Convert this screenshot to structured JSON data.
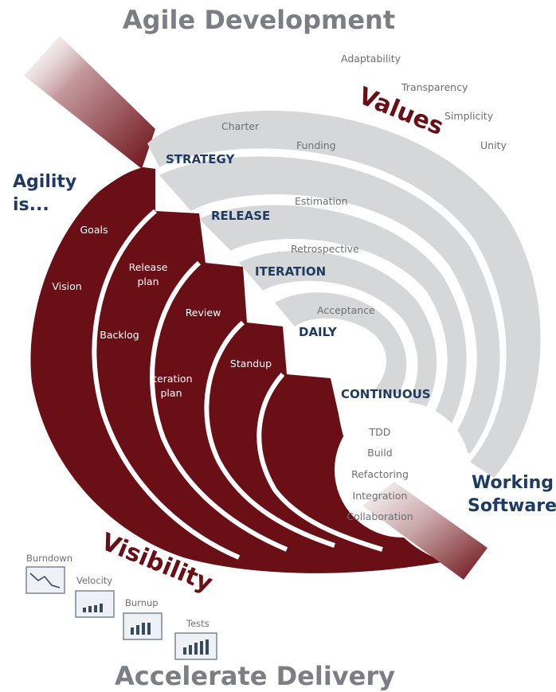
{
  "title": "Agile Development",
  "footer": "Accelerate Delivery",
  "agility": {
    "line1": "Agility",
    "line2": "is..."
  },
  "working": {
    "line1": "Working",
    "line2": "Software"
  },
  "values": {
    "heading": "Values",
    "items": [
      "Adaptability",
      "Transparency",
      "Simplicity",
      "Unity"
    ]
  },
  "visibility": {
    "heading": "Visibility",
    "charts": [
      "Burndown",
      "Velocity",
      "Burnup",
      "Tests"
    ]
  },
  "levels": [
    {
      "name": "STRATEGY",
      "grey": [
        "Charter",
        "Funding"
      ],
      "red": [
        "Goals",
        "Vision"
      ]
    },
    {
      "name": "RELEASE",
      "grey": [
        "Estimation"
      ],
      "red": [
        "Release",
        "plan",
        "Backlog"
      ]
    },
    {
      "name": "ITERATION",
      "grey": [
        "Retrospective"
      ],
      "red": [
        "Review",
        "Iteration",
        "plan"
      ]
    },
    {
      "name": "DAILY",
      "grey": [
        "Acceptance"
      ],
      "red": [
        "Standup"
      ]
    },
    {
      "name": "CONTINUOUS",
      "grey": [],
      "red": []
    }
  ],
  "continuous_items": [
    "TDD",
    "Build",
    "Refactoring",
    "Integration",
    "Collaboration"
  ],
  "colors": {
    "maroon": "#6b0f16",
    "grey_band": "#d6d7d9",
    "navy": "#1f3b63",
    "title_grey": "#7b7f85"
  }
}
